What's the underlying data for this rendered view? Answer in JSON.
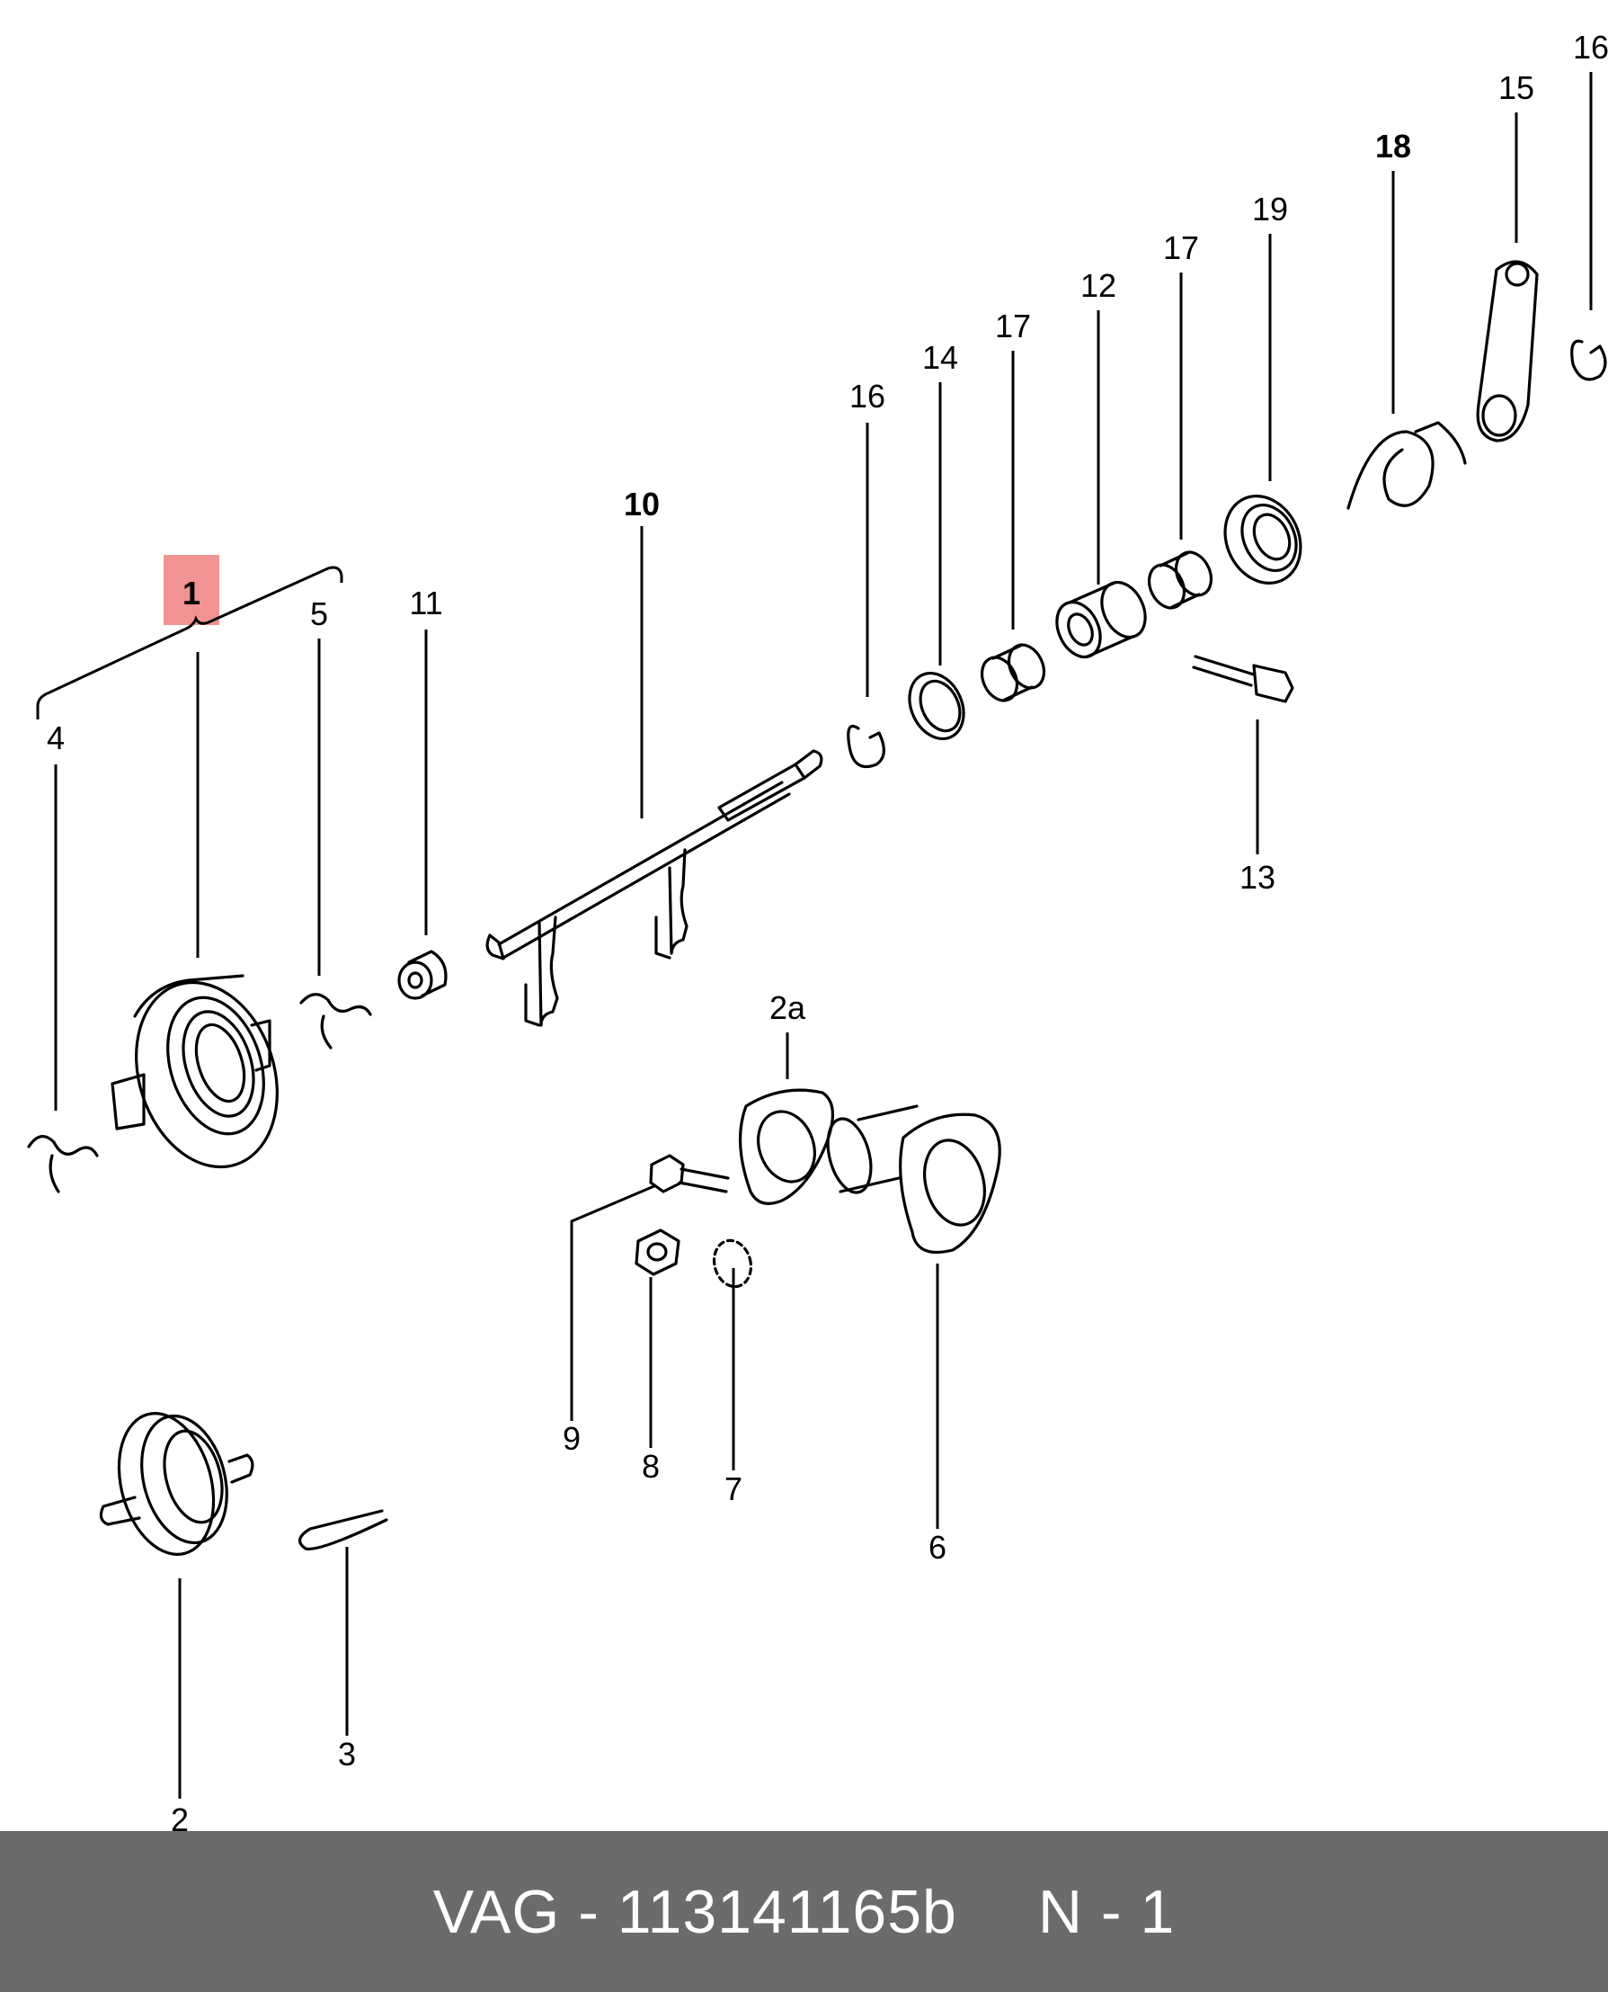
{
  "footer": {
    "brand": "VAG",
    "separator": "-",
    "part_number": "113141165b",
    "position_label": "N",
    "position_separator": "-",
    "position_value": "1"
  },
  "highlight_color": "#f08080",
  "callouts": [
    "1",
    "2",
    "2a",
    "3",
    "4",
    "5",
    "6",
    "7",
    "8",
    "9",
    "10",
    "11",
    "12",
    "13",
    "14",
    "15",
    "16",
    "16",
    "17",
    "17",
    "18",
    "19"
  ],
  "highlighted_callout": "1"
}
